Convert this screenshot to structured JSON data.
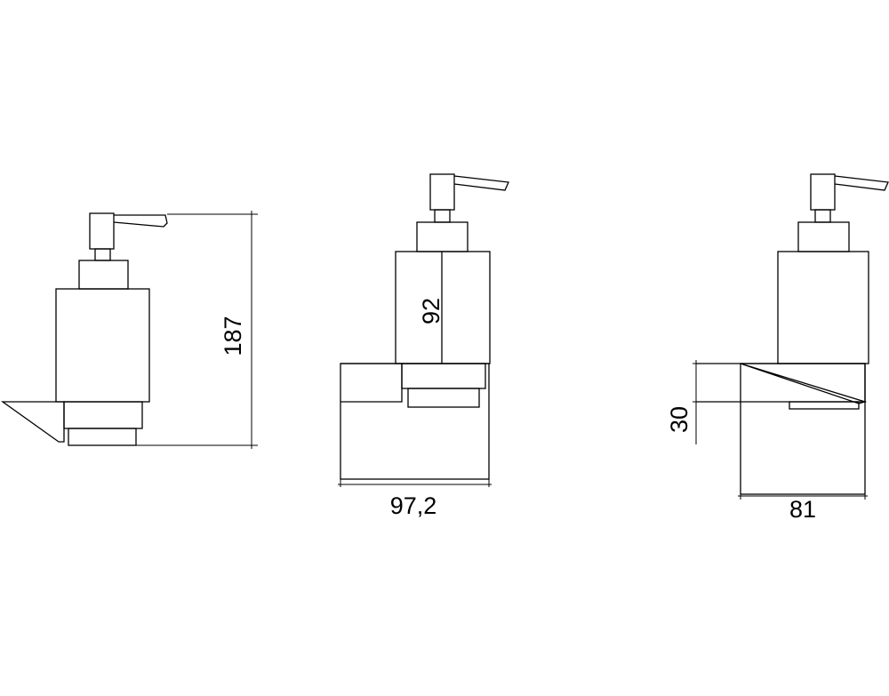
{
  "colors": {
    "background": "#ffffff",
    "line": "#000000"
  },
  "views": {
    "left": {
      "height_dimension": "187"
    },
    "middle": {
      "width_dimension": "97,2",
      "container_height_dimension": "92"
    },
    "right": {
      "width_dimension": "81",
      "bracket_height_dimension": "30"
    }
  }
}
